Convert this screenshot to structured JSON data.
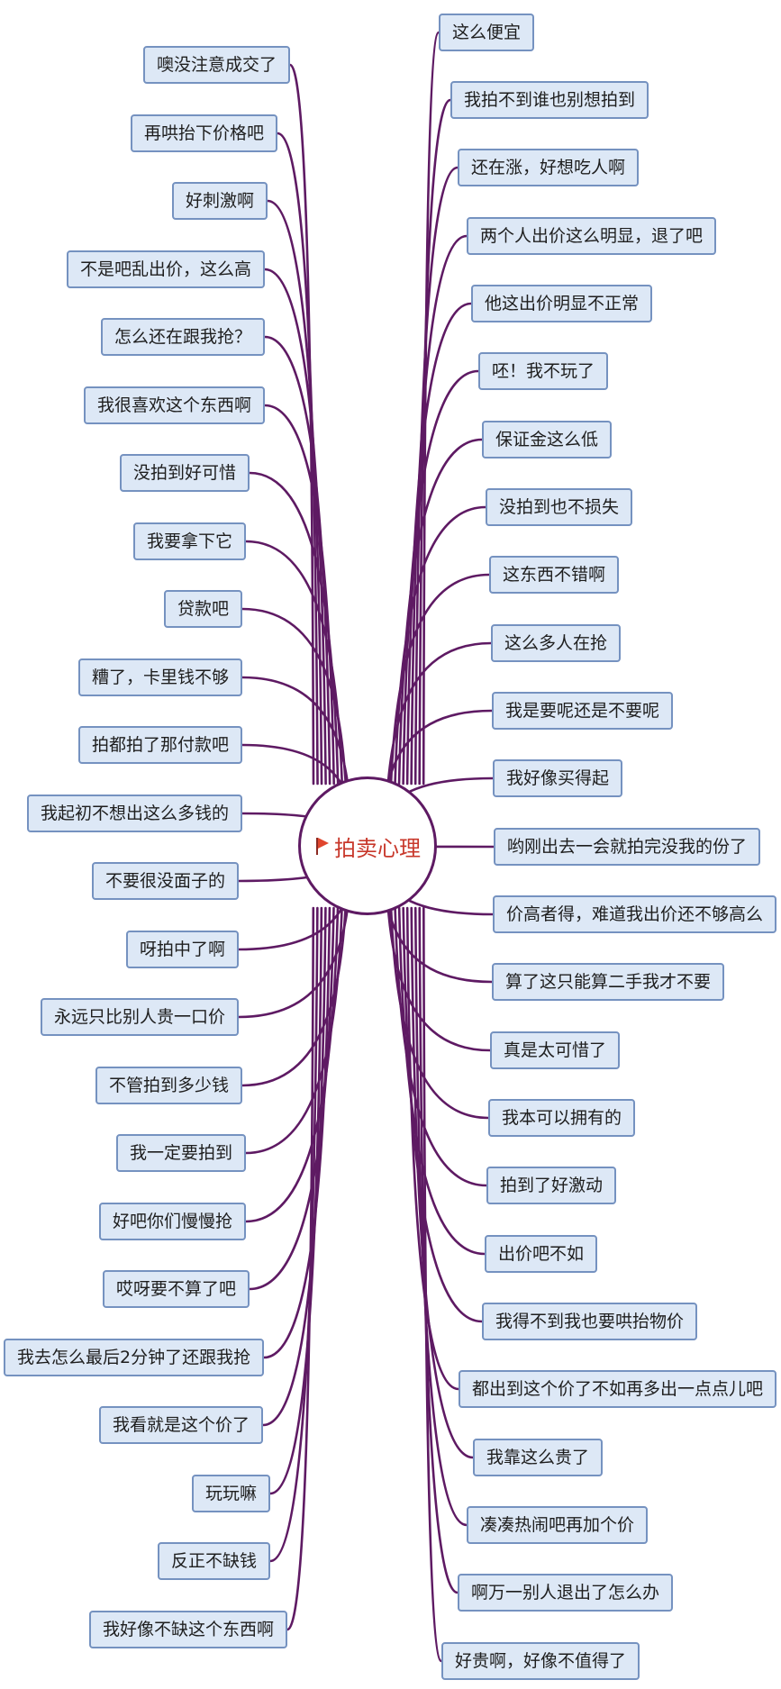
{
  "diagram": {
    "type": "mind-map",
    "root": {
      "label": "拍卖心理",
      "icon": "red-flag-icon",
      "label_color": "#c8382b"
    },
    "colors": {
      "connector": "#5e1a63",
      "node_fill": "#dde8f6",
      "node_border": "#7592c0"
    },
    "left_branches": [
      "噢没注意成交了",
      "再哄抬下价格吧",
      "好刺激啊",
      "不是吧乱出价，这么高",
      "怎么还在跟我抢？",
      "我很喜欢这个东西啊",
      "没拍到好可惜",
      "我要拿下它",
      "贷款吧",
      "糟了，卡里钱不够",
      "拍都拍了那付款吧",
      "我起初不想出这么多钱的",
      "不要很没面子的",
      "呀拍中了啊",
      "永远只比别人贵一口价",
      "不管拍到多少钱",
      "我一定要拍到",
      "好吧你们慢慢抢",
      "哎呀要不算了吧",
      "我去怎么最后2分钟了还跟我抢",
      "我看就是这个价了",
      "玩玩嘛",
      "反正不缺钱",
      "我好像不缺这个东西啊"
    ],
    "right_branches": [
      "这么便宜",
      "我拍不到谁也别想拍到",
      "还在涨，好想吃人啊",
      "两个人出价这么明显，退了吧",
      "他这出价明显不正常",
      "呸！我不玩了",
      "保证金这么低",
      "没拍到也不损失",
      "这东西不错啊",
      "这么多人在抢",
      "我是要呢还是不要呢",
      "我好像买得起",
      "哟刚出去一会就拍完没我的份了",
      "价高者得，难道我出价还不够高么",
      "算了这只能算二手我才不要",
      "真是太可惜了",
      "我本可以拥有的",
      "拍到了好激动",
      "出价吧不如",
      "我得不到我也要哄抬物价",
      "都出到这个价了不如再多出一点点儿吧",
      "我靠这么贵了",
      "凑凑热闹吧再加个价",
      "啊万一别人退出了怎么办",
      "好贵啊，好像不值得了"
    ]
  }
}
